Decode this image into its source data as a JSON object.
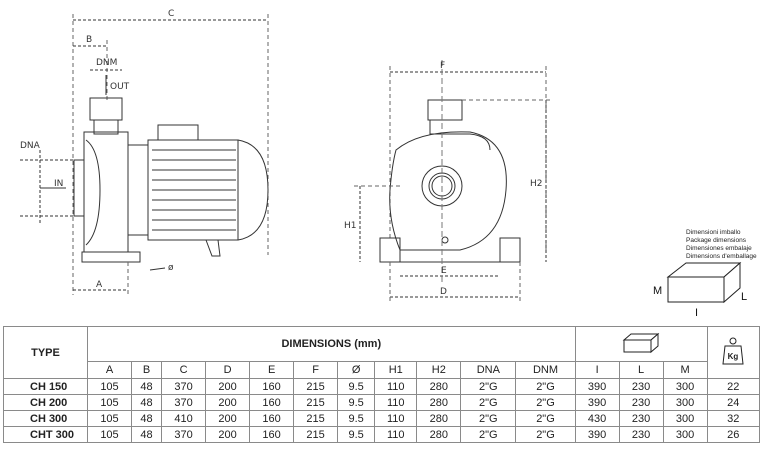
{
  "drawing": {
    "side_view_labels": {
      "c": "C",
      "b": "B",
      "dnm": "DNM",
      "out": "OUT",
      "dna": "DNA",
      "in": "IN",
      "a": "A",
      "phi": "ø"
    },
    "front_view_labels": {
      "f": "F",
      "h1": "H1",
      "h2": "H2",
      "e": "E",
      "d": "D"
    }
  },
  "package": {
    "lines": [
      "Dimensioni imballo",
      "Package dimensions",
      "Dimensiones embalaje",
      "Dimensions d'emballage"
    ],
    "m": "M",
    "l": "L",
    "i": "I"
  },
  "table": {
    "type_header": "TYPE",
    "dimensions_header": "DIMENSIONS (mm)",
    "kg_icon_label": "Kg",
    "columns": [
      "A",
      "B",
      "C",
      "D",
      "E",
      "F",
      "Ø",
      "H1",
      "H2",
      "DNA",
      "DNM",
      "I",
      "L",
      "M"
    ],
    "rows": [
      {
        "type": "CH 150",
        "values": [
          "105",
          "48",
          "370",
          "200",
          "160",
          "215",
          "9.5",
          "110",
          "280",
          "2\"G",
          "2\"G",
          "390",
          "230",
          "300",
          "22"
        ]
      },
      {
        "type": "CH 200",
        "values": [
          "105",
          "48",
          "370",
          "200",
          "160",
          "215",
          "9.5",
          "110",
          "280",
          "2\"G",
          "2\"G",
          "390",
          "230",
          "300",
          "24"
        ]
      },
      {
        "type": "CH 300",
        "values": [
          "105",
          "48",
          "410",
          "200",
          "160",
          "215",
          "9.5",
          "110",
          "280",
          "2\"G",
          "2\"G",
          "430",
          "230",
          "300",
          "32"
        ]
      },
      {
        "type": "CHT 300",
        "values": [
          "105",
          "48",
          "370",
          "200",
          "160",
          "215",
          "9.5",
          "110",
          "280",
          "2\"G",
          "2\"G",
          "390",
          "230",
          "300",
          "26"
        ]
      }
    ]
  }
}
